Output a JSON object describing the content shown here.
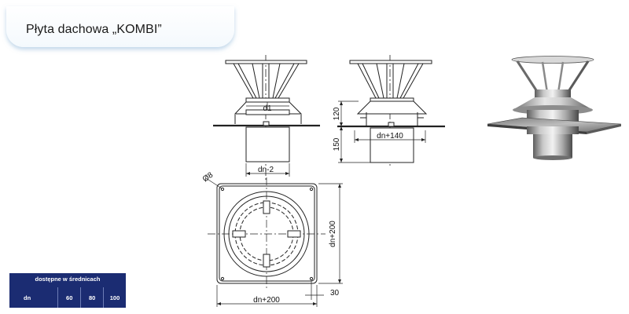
{
  "header": {
    "title": "Płyta dachowa „KOMBI”"
  },
  "availability": {
    "heading": "dostępne w średnicach",
    "row_label": "dn",
    "diameters": [
      "60",
      "80",
      "100"
    ]
  },
  "dimensions": {
    "d1": "d1",
    "dn_minus_2": "dn-2",
    "dn_plus_140": "dn+140",
    "height_120": "120",
    "height_150": "150",
    "hole_8": "Ø8",
    "plate_width": "dn+200",
    "plate_height": "dn+200",
    "edge_30": "30"
  }
}
